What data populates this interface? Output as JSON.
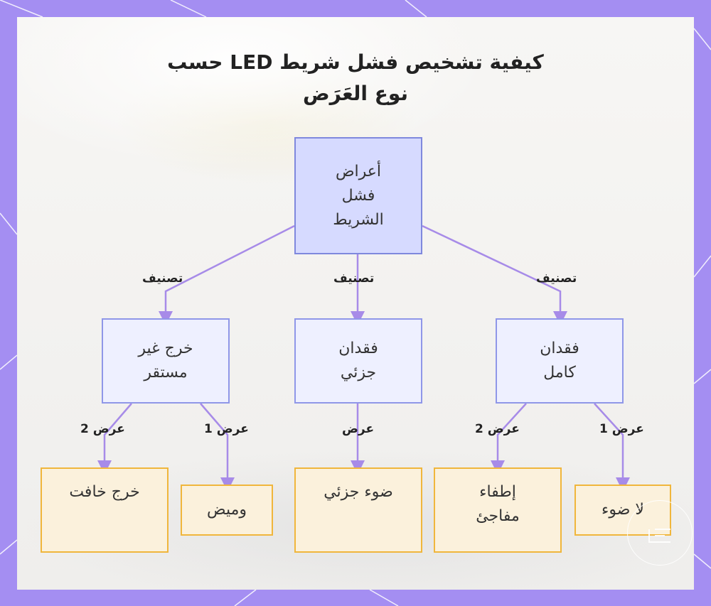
{
  "title": {
    "line1": "كيفية تشخيص فشل شريط LED حسب",
    "line2": "نوع العَرَض"
  },
  "nodes": {
    "root": "أعراض\nفشل\nالشريط",
    "unstable": "خرج غير\nمستقر",
    "partial_loss": "فقدان\nجزئي",
    "complete_loss": "فقدان\nكامل",
    "dim_output": "خرج خافت",
    "flicker": "وميض",
    "partial_light": "ضوء جزئي",
    "sudden_off": "إطفاء\nمفاجئ",
    "no_light": "لا ضوء"
  },
  "edge_labels": {
    "classify_left": "تصنيف",
    "classify_mid": "تصنيف",
    "classify_right": "تصنيف",
    "unstable_sym2": "عرض 2",
    "unstable_sym1": "عرض 1",
    "partial_sym": "عرض",
    "complete_sym2": "عرض 2",
    "complete_sym1": "عرض 1"
  },
  "colors": {
    "frame": "#a48ef2",
    "edge": "#a78be8",
    "root_fill": "#d6daff",
    "mid_fill": "#eef0ff",
    "leaf_fill": "#fbf1dc",
    "leaf_border": "#f0b63c"
  }
}
